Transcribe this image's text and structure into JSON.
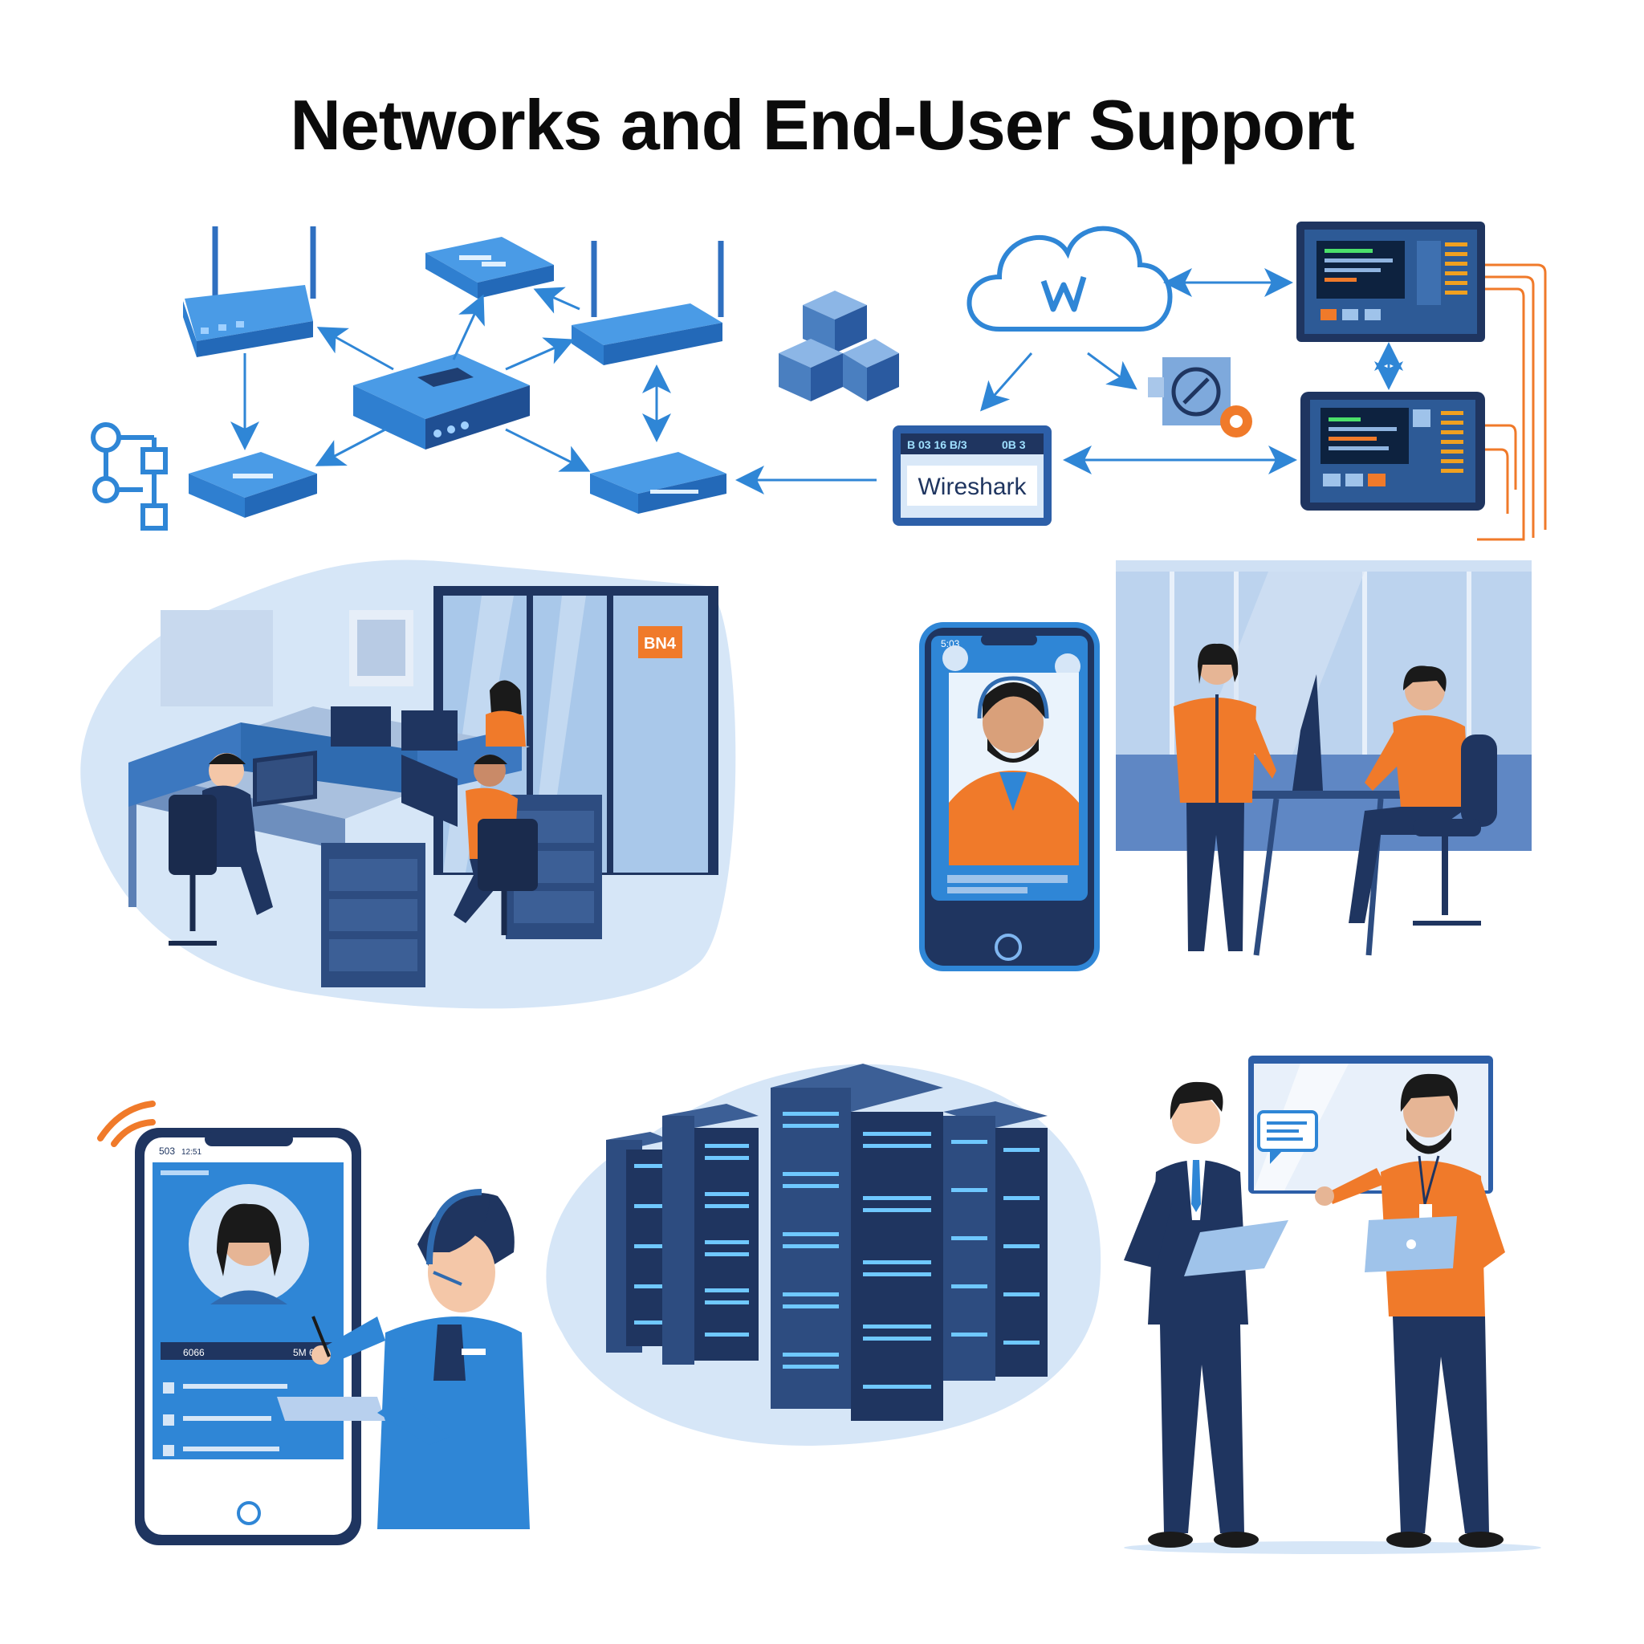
{
  "title": "Networks and End-User Support",
  "network_diagram": {
    "analyzer_label": "Wireshark",
    "analyzer_header": "B 03 16 B/3",
    "analyzer_header_right": "0B 3"
  },
  "office": {
    "sign_text": "BN4"
  },
  "video_call_phone": {
    "status_time": "5:03"
  },
  "profile_phone": {
    "status_left": "503",
    "status_right": "12:51",
    "row_label_left": "6066",
    "row_label_right": "5M 6:30"
  },
  "colors": {
    "primary_blue": "#2f86d6",
    "dark_navy": "#1f3560",
    "accent_orange": "#f07a2a",
    "light_blue_bg": "#d6e6f7"
  },
  "icons": [
    "wifi-router-icon",
    "network-switch-icon",
    "cloud-icon",
    "flowchart-icon",
    "server-rack-icon",
    "chat-bubble-icon",
    "headset-icon",
    "wifi-signal-icon"
  ]
}
